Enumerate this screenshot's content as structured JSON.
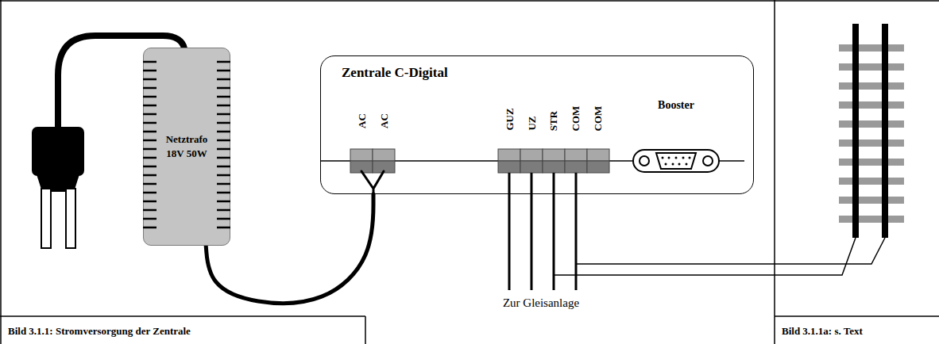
{
  "diagram": {
    "nodes": [
      {
        "text": [
          "Netztrafo 18V 50W"
        ]
      },
      {
        "text": [
          "Zentrale C-Digital"
        ]
      }
    ],
    "edges": [
      {
        "from": 0,
        "to": 1,
        "arrow": "none"
      }
    ],
    "labels": [
      "AC",
      "AC",
      "GUZ",
      "UZ",
      "STR",
      "COM",
      "COM",
      "Booster",
      "Zur Gleisanlage",
      "Bild 3.1.1: Stromversorgung der Zentrale",
      "Bild 3.1.1a: s. Text"
    ]
  }
}
